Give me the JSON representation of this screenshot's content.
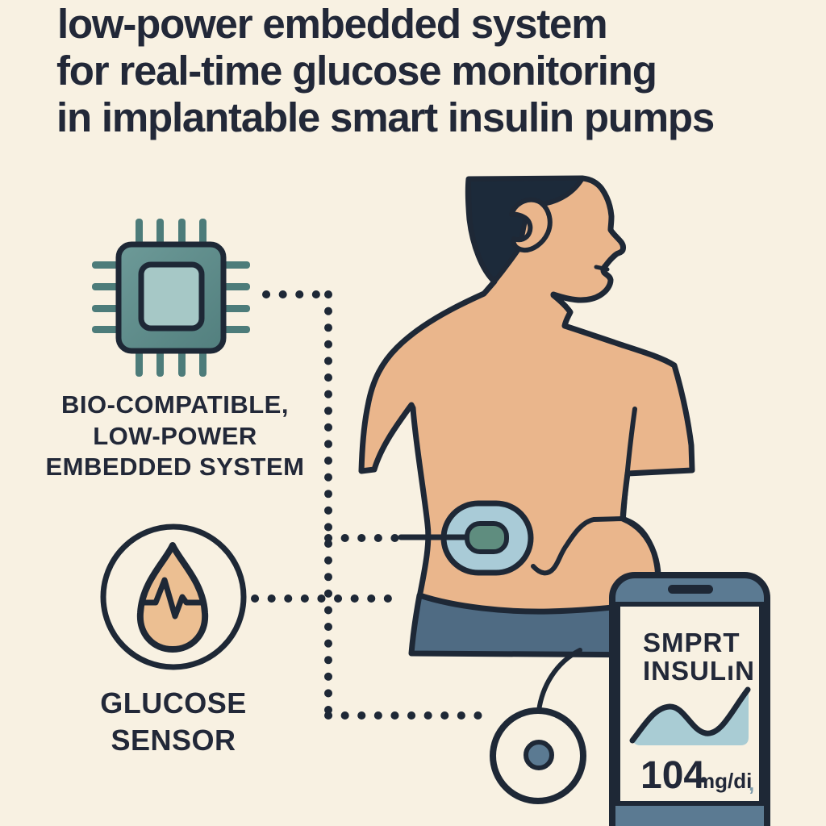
{
  "title": {
    "lines": [
      "low-power embedded system",
      "for real-time glucose monitoring",
      "in implantable smart insulin pumps"
    ]
  },
  "chip": {
    "icon": "microchip-icon",
    "label_lines": [
      "BIO-COMPATIBLE,",
      "LOW-POWER",
      "EMBEDDED SYSTEM"
    ]
  },
  "sensor": {
    "icon": "blood-drop-pulse-icon",
    "label_lines": [
      "GLUCOSE",
      "SENSOR"
    ]
  },
  "phone": {
    "app_lines": [
      "SMPRT",
      "INSULıN"
    ],
    "reading_value": "104",
    "reading_unit": "mg/di",
    "reading_tail": ","
  },
  "colors": {
    "background": "#f8f1e2",
    "ink": "#1e2836",
    "chip_body": "#63918f",
    "chip_inner": "#a6c8c6",
    "chip_pins": "#4d7c7a",
    "skin": "#eab68c",
    "hair": "#1c2a3a",
    "pants": "#4f6b83",
    "implant_outer": "#a9cbd7",
    "implant_inner": "#5f8d7f",
    "phone_band": "#5b7a92",
    "wave_fill": "#a9ccd4"
  }
}
